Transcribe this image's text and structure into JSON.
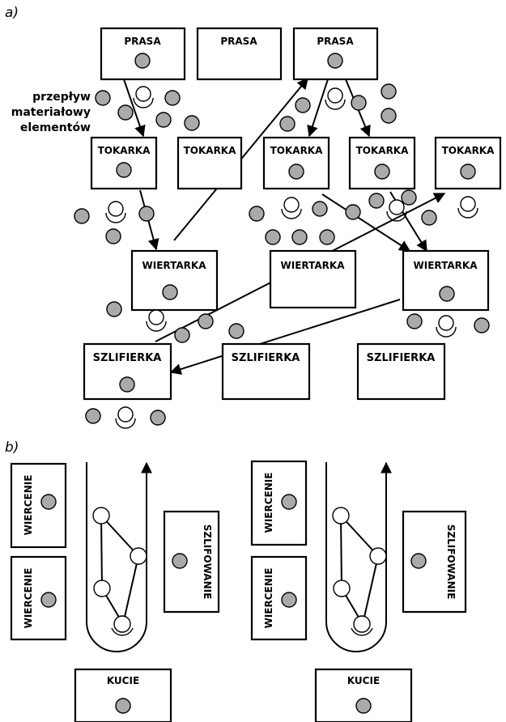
{
  "panel_a": {
    "label": "a)",
    "note": [
      "przepływ",
      "materiałowy",
      "elementów"
    ],
    "prasa": [
      "PRASA",
      "PRASA",
      "PRASA"
    ],
    "tokarka": [
      "TOKARKA",
      "TOKARKA",
      "TOKARKA",
      "TOKARKA",
      "TOKARKA"
    ],
    "wiertarka": [
      "WIERTARKA",
      "WIERTARKA",
      "WIERTARKA"
    ],
    "szlifierka": [
      "SZLIFIERKA",
      "SZLIFIERKA",
      "SZLIFIERKA"
    ]
  },
  "panel_b": {
    "label": "b)",
    "cells": [
      {
        "wiercenie_1": "WIERCENIE",
        "wiercenie_2": "WIERCENIE",
        "szlifowanie": "SZLIFOWANIE",
        "kucie": "KUCIE"
      },
      {
        "wiercenie_1": "WIERCENIE",
        "wiercenie_2": "WIERCENIE",
        "szlifowanie": "SZLIFOWANIE",
        "kucie": "KUCIE"
      }
    ]
  }
}
